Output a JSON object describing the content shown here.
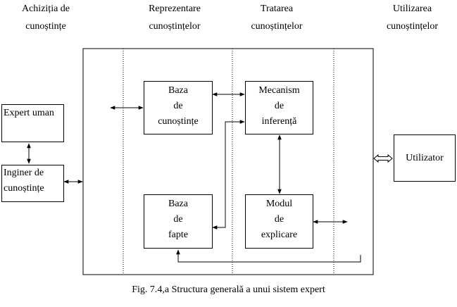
{
  "headers": {
    "acquisition": "Achiziția de\ncunoștințe",
    "representation": "Reprezentare\ncunoștințelor",
    "processing": "Tratarea\ncunoștințelor",
    "usage": "Utilizarea\ncunoștințelor"
  },
  "boxes": {
    "expert": "Expert uman",
    "engineer": "Inginer de\ncunoștințe",
    "knowledge_base": "Baza\nde\ncunoștințe",
    "inference": "Mecanism\nde\ninferență",
    "fact_base": "Baza\nde\nfapte",
    "explanation": "Modul\nde\nexplicare",
    "user": "Utilizator"
  },
  "caption": "Fig. 7.4,a Structura generală a unui sistem expert"
}
